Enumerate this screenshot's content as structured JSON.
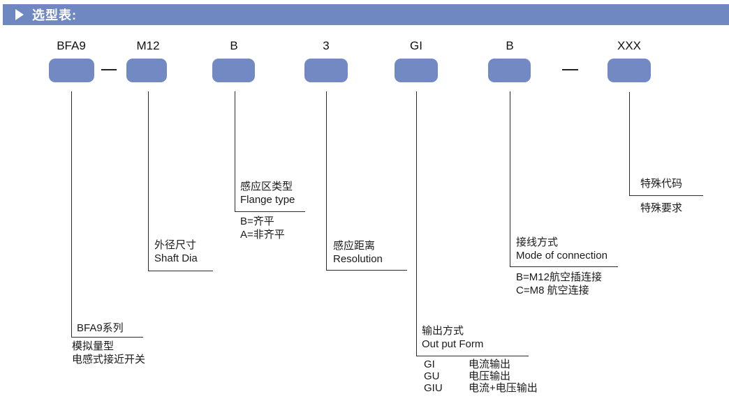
{
  "header": {
    "title": "选型表:",
    "bar_color": "#6F88C2"
  },
  "diagram": {
    "box_color": "#7289C4",
    "separator": "—",
    "columns": [
      {
        "code": "BFA9",
        "title_zh": "BFA9系列",
        "below": [
          "模拟量型",
          "电感式接近开关"
        ]
      },
      {
        "code": "M12",
        "title_zh": "外径尺寸",
        "title_en": "Shaft Dia"
      },
      {
        "code": "B",
        "title_zh": "感应区类型",
        "title_en": "Flange type",
        "below": [
          "B=齐平",
          "A=非齐平"
        ]
      },
      {
        "code": "3",
        "title_zh": "感应距离",
        "title_en": "Resolution"
      },
      {
        "code": "GI",
        "title_zh": "输出方式",
        "title_en": "Out put Form",
        "options": [
          {
            "code": "GI",
            "desc": "电流输出"
          },
          {
            "code": "GU",
            "desc": "电压输出"
          },
          {
            "code": "GIU",
            "desc": "电流+电压输出"
          }
        ]
      },
      {
        "code": "B",
        "title_zh": "接线方式",
        "title_en": "Mode of connection",
        "below": [
          "B=M12航空插连接",
          "C=M8 航空连接"
        ]
      },
      {
        "code": "XXX",
        "title_zh": "特殊代码",
        "below": [
          "特殊要求"
        ]
      }
    ]
  }
}
